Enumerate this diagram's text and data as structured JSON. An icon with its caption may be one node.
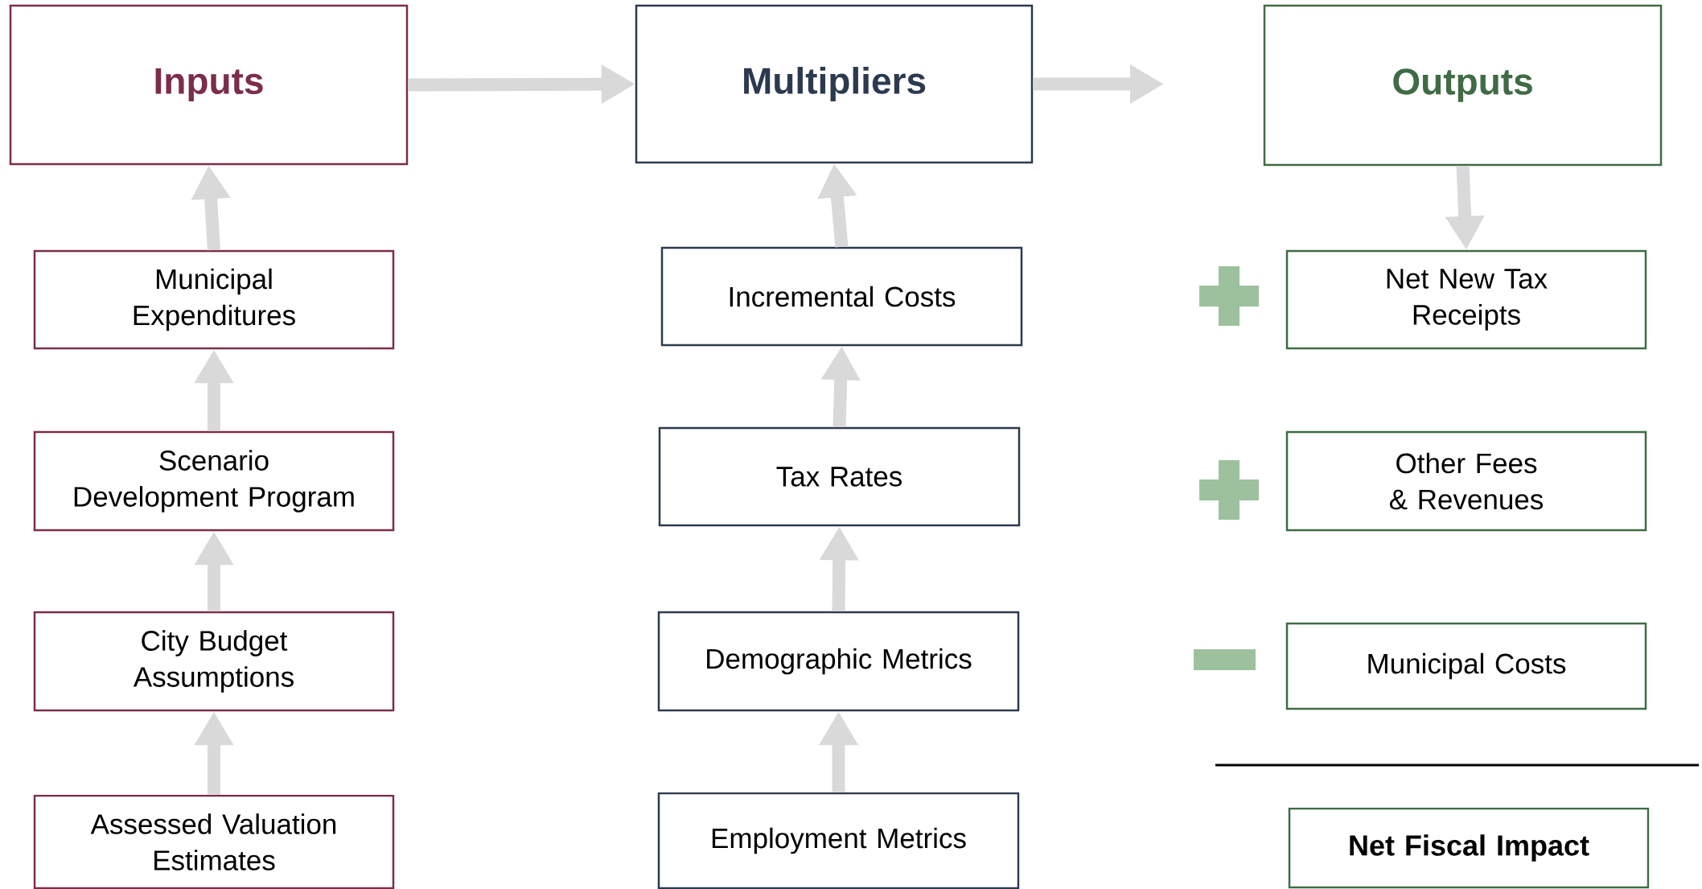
{
  "diagram": {
    "nodes": [
      {
        "text": [
          "Inputs"
        ]
      },
      {
        "text": [
          "Multipliers"
        ]
      },
      {
        "text": [
          "Outputs"
        ]
      },
      {
        "text": [
          "Municipal Expenditures"
        ]
      },
      {
        "text": [
          "Incremental Costs"
        ]
      },
      {
        "text": [
          "Net New Tax Receipts"
        ]
      },
      {
        "text": [
          "Scenario Development Program"
        ]
      },
      {
        "text": [
          "Tax Rates"
        ]
      },
      {
        "text": [
          "Other Fees & Revenues"
        ]
      },
      {
        "text": [
          "City Budget Assumptions"
        ]
      },
      {
        "text": [
          "Demographic Metrics"
        ]
      },
      {
        "text": [
          "Municipal Costs"
        ]
      },
      {
        "text": [
          "Assessed Valuation Estimates"
        ]
      },
      {
        "text": [
          "Employment Metrics"
        ]
      },
      {
        "text": [
          "Net Fiscal Impact"
        ]
      }
    ],
    "edges": [
      {
        "from": 12,
        "to": 9,
        "arrow": "to"
      },
      {
        "from": 9,
        "to": 6,
        "arrow": "to"
      },
      {
        "from": 6,
        "to": 3,
        "arrow": "to"
      },
      {
        "from": 3,
        "to": 0,
        "arrow": "to"
      },
      {
        "from": 13,
        "to": 10,
        "arrow": "to"
      },
      {
        "from": 10,
        "to": 7,
        "arrow": "to"
      },
      {
        "from": 7,
        "to": 4,
        "arrow": "to"
      },
      {
        "from": 4,
        "to": 1,
        "arrow": "to"
      },
      {
        "from": 0,
        "to": 1,
        "arrow": "to"
      },
      {
        "from": 1,
        "to": null,
        "arrow": "to"
      },
      {
        "from": 2,
        "to": 5,
        "arrow": "to"
      }
    ]
  }
}
